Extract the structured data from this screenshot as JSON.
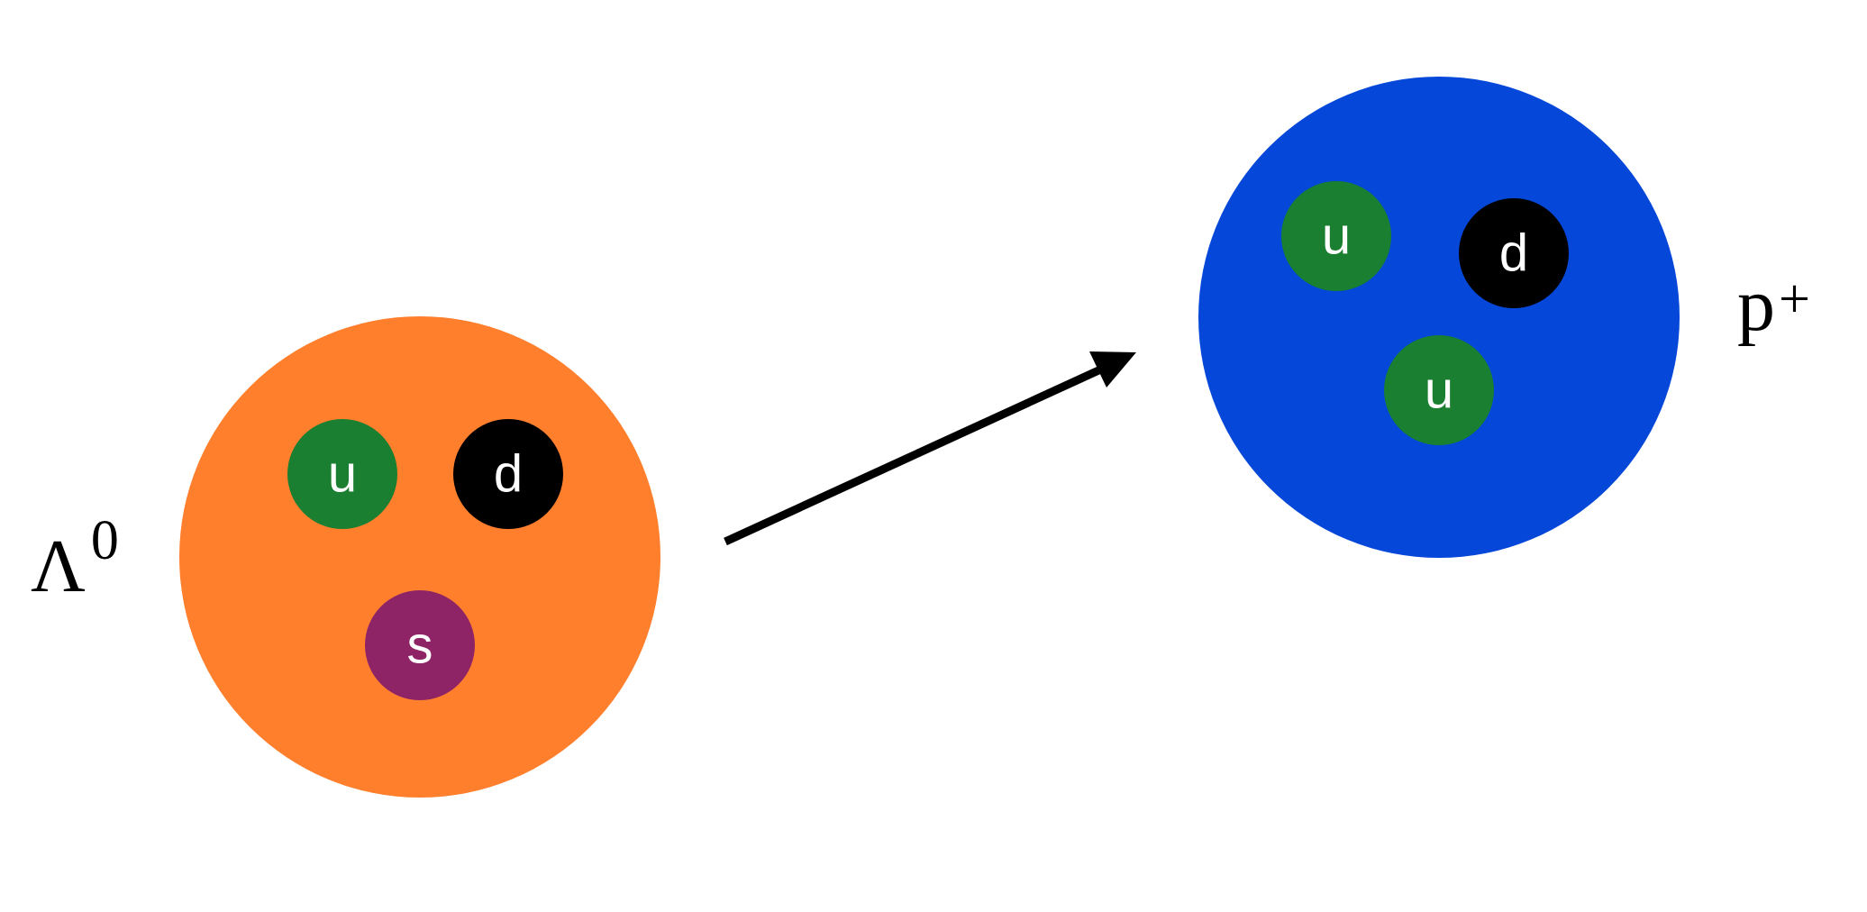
{
  "colors": {
    "lambda_baryon": "#FF7F2D",
    "proton_baryon": "#0447D9",
    "up_quark": "#1A7F30",
    "down_quark": "#000000",
    "strange_quark": "#8E2466",
    "arrow": "#000000",
    "quark_text": "#FFFFFF"
  },
  "initial_particle": {
    "symbol": "Λ",
    "superscript": "0",
    "quarks": [
      {
        "flavor": "u"
      },
      {
        "flavor": "d"
      },
      {
        "flavor": "s"
      }
    ]
  },
  "final_particle": {
    "symbol": "p",
    "superscript": "+",
    "quarks": [
      {
        "flavor": "u"
      },
      {
        "flavor": "d"
      },
      {
        "flavor": "u"
      }
    ]
  },
  "arrow": {
    "icon": "right-arrow-icon"
  }
}
